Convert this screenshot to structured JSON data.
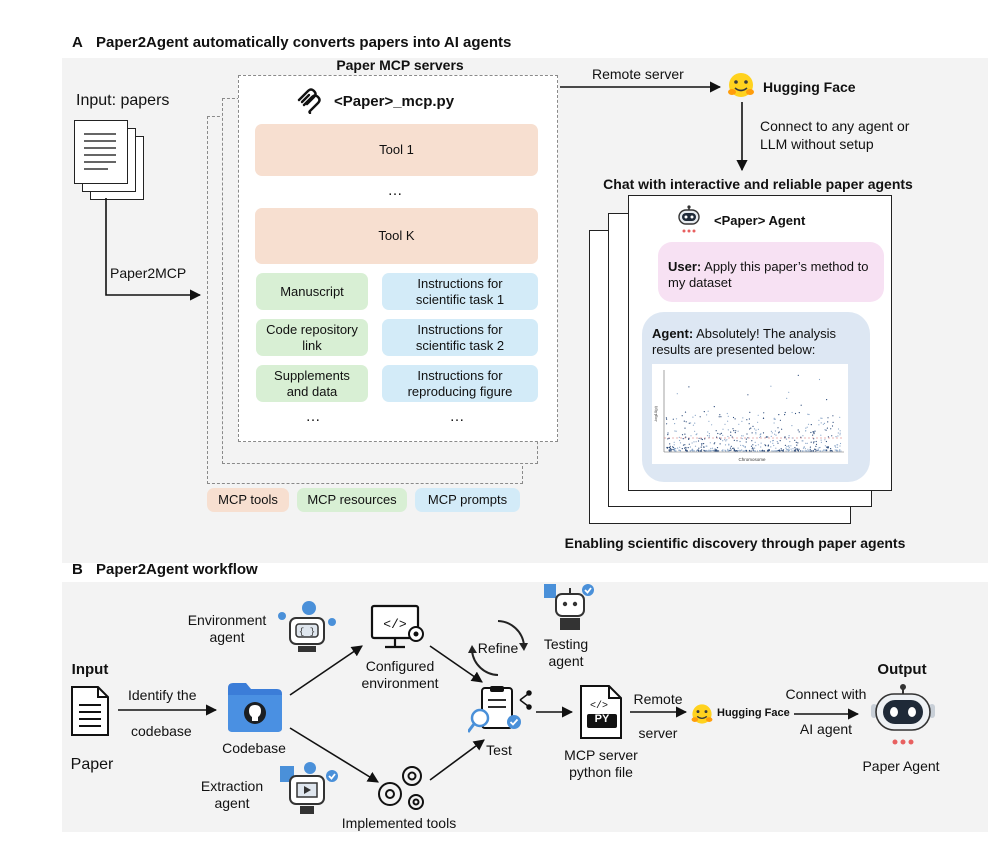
{
  "panel_a": {
    "label": "A",
    "title": "Paper2Agent automatically converts papers into AI agents",
    "input_label": "Input: papers",
    "mcp_servers_title": "Paper MCP servers",
    "mcp_file": "<Paper>_mcp.py",
    "tool_1": "Tool 1",
    "tool_ellipsis": "…",
    "tool_k": "Tool K",
    "resources": [
      "Manuscript",
      "Code repository\nlink",
      "Supplements\nand data"
    ],
    "resources_ellipsis": "…",
    "prompts": [
      "Instructions for\nscientific task 1",
      "Instructions for\nscientific task 2",
      "Instructions for\nreproducing figure"
    ],
    "prompts_ellipsis": "…",
    "arrow_paper2mcp": "Paper2MCP",
    "legend": {
      "tools": "MCP tools",
      "resources": "MCP resources",
      "prompts": "MCP prompts"
    },
    "remote_server": "Remote server",
    "hugging_face": "Hugging Face",
    "connect_text": "Connect to any agent or\nLLM without setup",
    "chat_title": "Chat with interactive and reliable paper agents",
    "agent_title": "<Paper> Agent",
    "user_msg_bold": "User:",
    "user_msg": " Apply this paper’s method to\nmy dataset",
    "agent_msg_bold": "Agent:",
    "agent_msg": " Absolutely! The analysis\nresults are presented below:",
    "bottom_caption": "Enabling scientific discovery through paper agents"
  },
  "panel_b": {
    "label": "B",
    "title": "Paper2Agent workflow",
    "input_title": "Input",
    "paper_label": "Paper",
    "identify": "Identify the",
    "codebase_word": "codebase",
    "codebase_label": "Codebase",
    "env_agent": "Environment\nagent",
    "configured_env": "Configured\nenvironment",
    "refine": "Refine",
    "testing_agent": "Testing\nagent",
    "test_label": "Test",
    "extraction_agent": "Extraction\nagent",
    "implemented_tools": "Implemented tools",
    "py_text": "PY",
    "mcp_file": "MCP server\npython file",
    "remote": "Remote",
    "server": "server",
    "hugging_face": "Hugging Face",
    "connect_with": "Connect with",
    "ai_agent": "AI agent",
    "output_title": "Output",
    "paper_agent": "Paper Agent"
  },
  "colors": {
    "tools": "#f7dfd0",
    "resources": "#d8efd4",
    "prompts": "#d3ebf8",
    "bubble_user": "#f7e1f3",
    "bubble_agent": "#dde7f3",
    "icon_blue": "#4a90d9"
  },
  "chart_data": {
    "type": "scatter",
    "title": "",
    "xlabel": "Chromosome",
    "ylabel": "-log10(p)"
  }
}
